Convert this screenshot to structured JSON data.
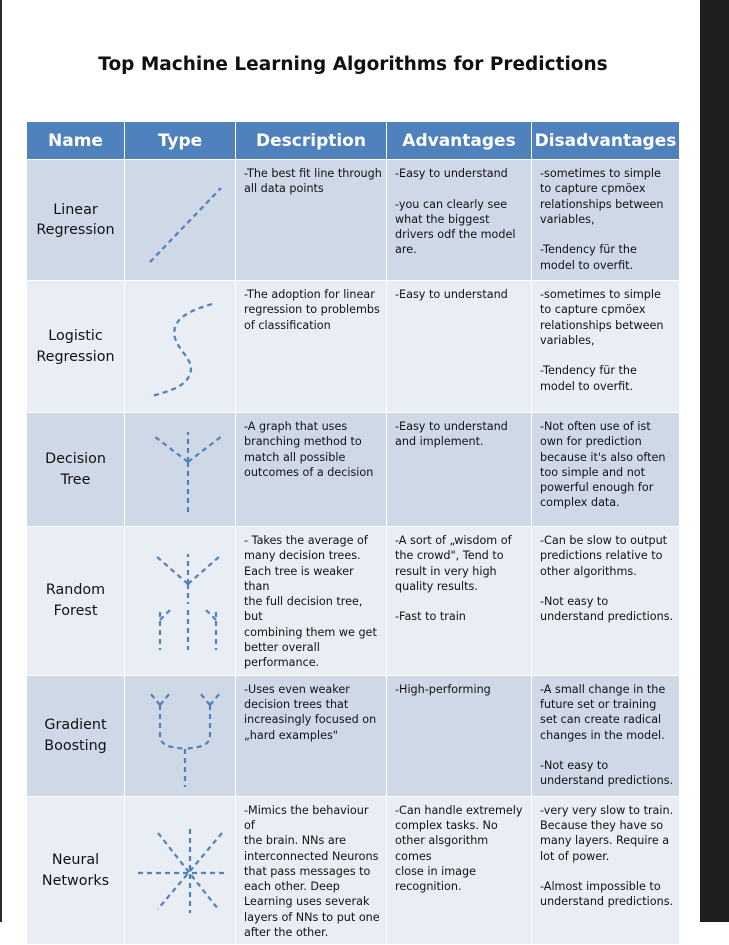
{
  "title": "Top Machine Learning Algorithms for Predictions",
  "headers": [
    "Name",
    "Type",
    "Description",
    "Advantages",
    "Disadvantages"
  ],
  "rows": [
    {
      "name": "Linear\nRegression",
      "icon": "linear-line-icon",
      "description": [
        "-The best fit line through\nall data points"
      ],
      "advantages": [
        "-Easy to understand",
        "-you can clearly see\nwhat the biggest\ndrivers odf the model\nare."
      ],
      "disadvantages": [
        "-sometimes to simple\nto capture cpmöex\nrelationships between\nvariables,",
        "-Tendency für the\nmodel to overfit."
      ]
    },
    {
      "name": "Logistic\nRegression",
      "icon": "s-curve-icon",
      "description": [
        "-The adoption for linear\nregression to problembs\nof classification"
      ],
      "advantages": [
        "-Easy to understand"
      ],
      "disadvantages": [
        "-sometimes to simple\nto capture cpmöex\nrelationships between\nvariables,",
        "-Tendency für the\nmodel to overfit."
      ]
    },
    {
      "name": "Decision\nTree",
      "icon": "tree-icon",
      "description": [
        "-A graph that uses\nbranching method to\nmatch all possible\noutcomes of a decision"
      ],
      "advantages": [
        "-Easy to understand\nand implement."
      ],
      "disadvantages": [
        "-Not often use of ist\nown for prediction\nbecause it's also often\ntoo simple and not\npowerful enough for\ncomplex data."
      ]
    },
    {
      "name": "Random\nForest",
      "icon": "forest-icon",
      "description": [
        "- Takes the average of\nmany decision trees.\nEach tree is weaker than\nthe full decision tree, but\ncombining them we get\nbetter overall\nperformance."
      ],
      "advantages": [
        "-A sort of „wisdom of\nthe crowd\", Tend to\nresult in very high\nquality results.",
        "-Fast to train"
      ],
      "disadvantages": [
        "-Can be slow to output\npredictions relative to\nother algorithms.",
        "-Not easy to\nunderstand predictions."
      ]
    },
    {
      "name": "Gradient\nBoosting",
      "icon": "boosting-icon",
      "description": [
        "-Uses even weaker\ndecision trees that\nincreasingly focused on\n„hard examples\""
      ],
      "advantages": [
        "-High-performing"
      ],
      "disadvantages": [
        "-A small change in the\nfuture set or training\nset can create radical\nchanges in the model.",
        "-Not easy to\nunderstand predictions."
      ]
    },
    {
      "name": "Neural\nNetworks",
      "icon": "network-icon",
      "description": [
        "-Mimics the behaviour of\nthe brain. NNs are\ninterconnected Neurons\nthat pass messages to\neach other. Deep\nLearning uses severak\nlayers of NNs to put one\nafter the other."
      ],
      "advantages": [
        "-Can handle extremely\ncomplex tasks. No\nother alsgorithm comes\nclose in image\nrecognition."
      ],
      "disadvantages": [
        "-very very slow to train.\nBecause they have so\nmany layers. Require a\nlot of power.",
        "-Almost impossible to\nunderstand predictions."
      ]
    }
  ],
  "colors": {
    "header": "#4f81bd",
    "row_dark": "#cfd8e7",
    "row_light": "#e9edf4",
    "icon_stroke": "#4f81bd"
  }
}
